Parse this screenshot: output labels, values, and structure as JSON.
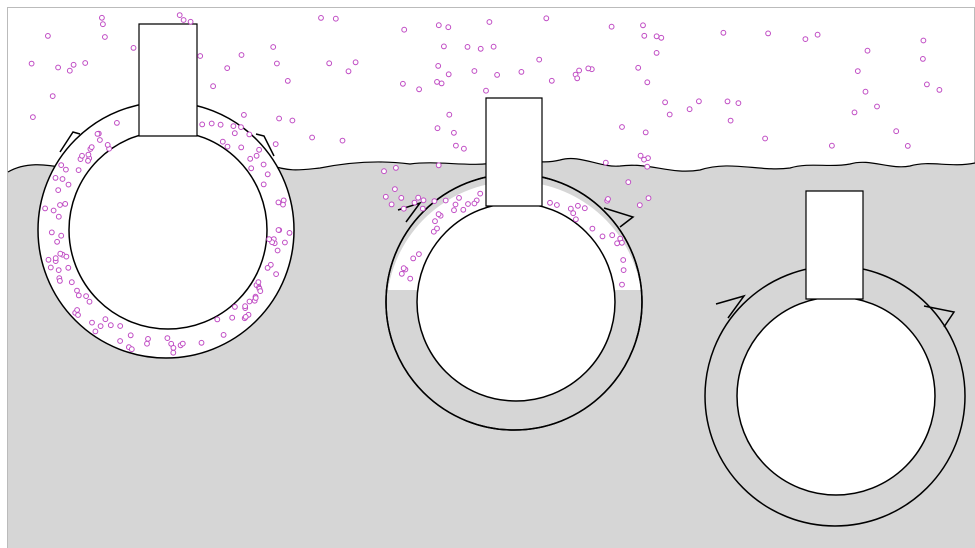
{
  "diagram": {
    "panels": [
      {
        "id": "panel-1",
        "state": "bubbles-fill-outer-ring",
        "fill_level_in_ring": 1.0
      },
      {
        "id": "panel-2",
        "state": "bubbles-fill-upper-part-of-ring",
        "fill_level_in_ring": 0.45
      },
      {
        "id": "panel-3",
        "state": "no-bubbles-ring-filled-with-liquid",
        "fill_level_in_ring": 0.0
      }
    ],
    "labels": []
  },
  "colors": {
    "background": "#ffffff",
    "liquid": "#d6d6d6",
    "stroke": "#000000",
    "bubble": "#c04cc4",
    "bubble_fill": "#ffffff"
  }
}
